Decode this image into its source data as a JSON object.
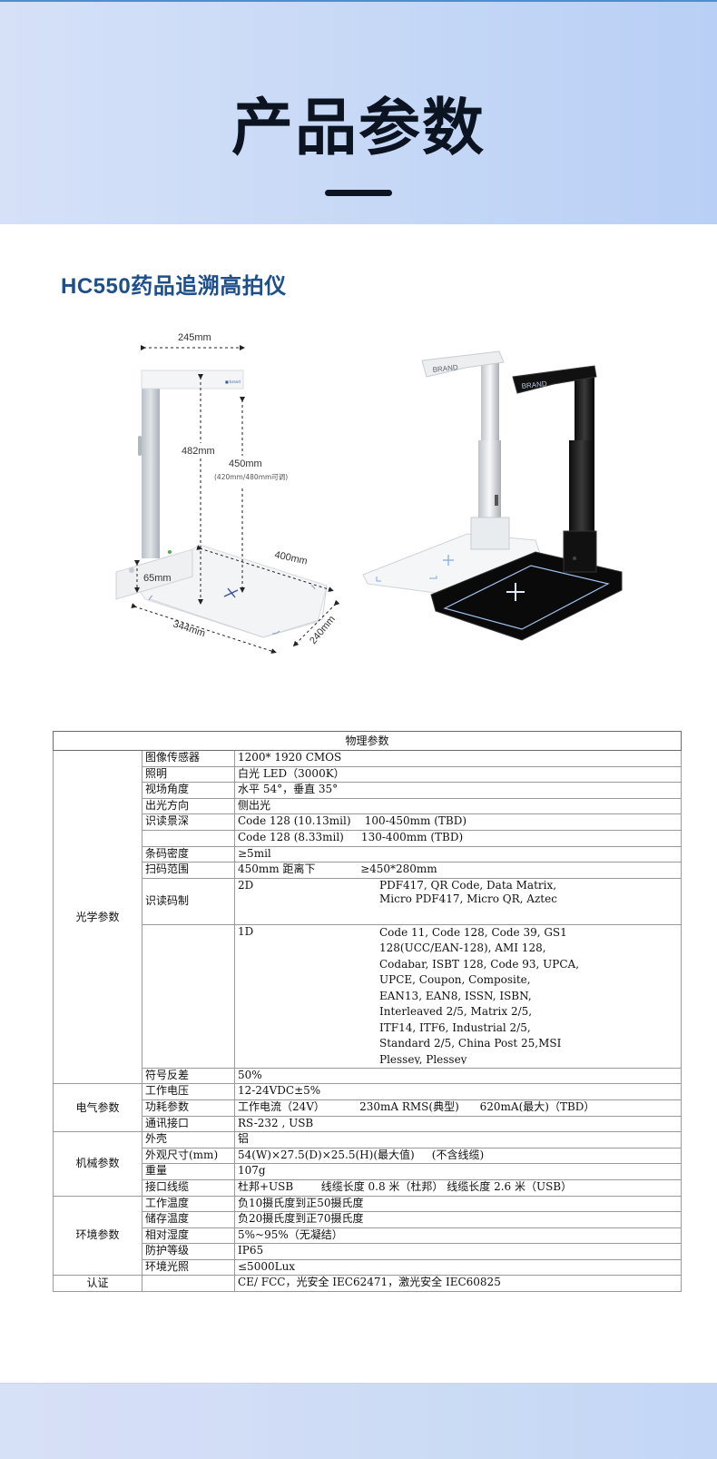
{
  "header": {
    "title": "产品参数"
  },
  "product": {
    "name": "HC550药品追溯高拍仪"
  },
  "illustration_left": {
    "dimensions": {
      "width_top": "245mm",
      "height_total": "482mm",
      "height_scan": "450mm",
      "height_scan_note": "(420mm/480mm可调)",
      "base_height": "65mm",
      "base_depth": "400mm",
      "base_length": "344mm",
      "base_width": "240mm"
    }
  },
  "illustration_right": {
    "brand_label_white": "BRAND",
    "brand_label_black": "BRAND"
  },
  "spec_table": {
    "title": "物理参数",
    "groups": {
      "optical": "光学参数",
      "electrical": "电气参数",
      "mechanical": "机械参数",
      "environment": "环境参数",
      "certification": "认证"
    },
    "rows": [
      {
        "label": "图像传感器",
        "value": "1200* 1920 CMOS"
      },
      {
        "label": "照明",
        "value": "白光 LED（3000K）"
      },
      {
        "label": "视场角度",
        "value": "水平 54°，垂直 35°"
      },
      {
        "label": "出光方向",
        "value": "侧出光"
      },
      {
        "label": "识读景深",
        "value": "Code 128 (10.13mil)    100-450mm (TBD)"
      },
      {
        "label": "",
        "value": "Code 128 (8.33mil)     130-400mm (TBD)"
      },
      {
        "label": "条码密度",
        "value": "≥5mil"
      },
      {
        "label": "扫码范围",
        "value": "450mm 距离下             ≥450*280mm"
      },
      {
        "label": "识读码制",
        "sub": "2D",
        "value": "PDF417, QR Code, Data Matrix,\nMicro PDF417, Micro QR, Aztec"
      },
      {
        "label": "",
        "sub": "1D",
        "value": "Code 11, Code 128, Code 39, GS1\n128(UCC/EAN-128), AMI 128,\nCodabar, ISBT 128, Code 93, UPCA,\nUPCE, Coupon, Composite,\nEAN13, EAN8,  ISSN,  ISBN,\nInterleaved  2/5, Matrix 2/5,\nITF14, ITF6, Industrial 2/5,\nStandard 2/5, China Post 25,MSI\n Plessey, Plessey"
      },
      {
        "label": "符号反差",
        "value": "50%"
      },
      {
        "label": "工作电压",
        "value": "12-24VDC±5%"
      },
      {
        "label": "功耗参数",
        "value": "工作电流（24V）          230mA RMS(典型)      620mA(最大)（TBD）"
      },
      {
        "label": "通讯接口",
        "value": "RS-232 , USB"
      },
      {
        "label": "外壳",
        "value": "铝"
      },
      {
        "label": "外观尺寸(mm)",
        "value": "54(W)×27.5(D)×25.5(H)(最大值)     (不含线缆)"
      },
      {
        "label": "重量",
        "value": "107g"
      },
      {
        "label": "接口线缆",
        "value": "杜邦+USB        线缆长度 0.8 米（杜邦） 线缆长度 2.6 米（USB）"
      },
      {
        "label": "工作温度",
        "value": "负10摄氏度到正50摄氏度"
      },
      {
        "label": "储存温度",
        "value": "负20摄氏度到正70摄氏度"
      },
      {
        "label": "相对湿度",
        "value": "5%~95%（无凝结）"
      },
      {
        "label": "防护等级",
        "value": "IP65"
      },
      {
        "label": "环境光照",
        "value": "≤5000Lux"
      },
      {
        "label": "",
        "value": "CE/ FCC，光安全 IEC62471，激光安全 IEC60825"
      }
    ]
  },
  "colors": {
    "title_text": "#0b1420",
    "product_name": "#1d4f8c",
    "hero_gradient_start": "#d6e1f8",
    "hero_gradient_end": "#b9cff5",
    "top_border": "#4a8fd0"
  }
}
